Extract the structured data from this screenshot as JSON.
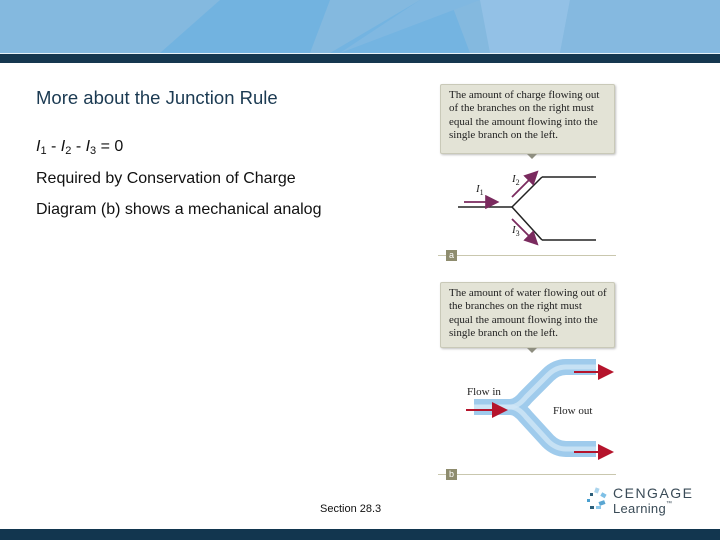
{
  "slide": {
    "title": "More about the Junction Rule",
    "equation": {
      "I1": "I",
      "sub1": "1",
      "op1": " - ",
      "I2": "I",
      "sub2": "2",
      "op2": " - ",
      "I3": "I",
      "sub3": "3",
      "rhs": " = 0"
    },
    "bullets": [
      "Required by Conservation of Charge",
      "Diagram (b) shows a mechanical analog"
    ],
    "footer": {
      "section": "Section  28.3"
    }
  },
  "figure": {
    "panel_a": {
      "callout": "The amount of charge flowing out of the branches on the right must equal the amount flowing into the single branch on the left.",
      "labels": {
        "I1": "I",
        "I1_sub": "1",
        "I2": "I",
        "I2_sub": "2",
        "I3": "I",
        "I3_sub": "3"
      },
      "tag": "a"
    },
    "panel_b": {
      "callout": "The amount of water flowing out of the branches on the right must equal the amount flowing into the single branch on the left.",
      "labels": {
        "flow_in": "Flow in",
        "flow_out": "Flow out"
      },
      "tag": "b"
    }
  },
  "logo": {
    "line1": "CENGAGE",
    "line2": "Learning",
    "tm": "™"
  },
  "colors": {
    "header_light": "#84b9df",
    "header_band": "#15374f",
    "title": "#1b3a52",
    "arrow_current": "#7a2a5e",
    "arrow_flow": "#b5142c",
    "pipe": "#9fcbec",
    "callout_bg": "#e3e3d6"
  }
}
